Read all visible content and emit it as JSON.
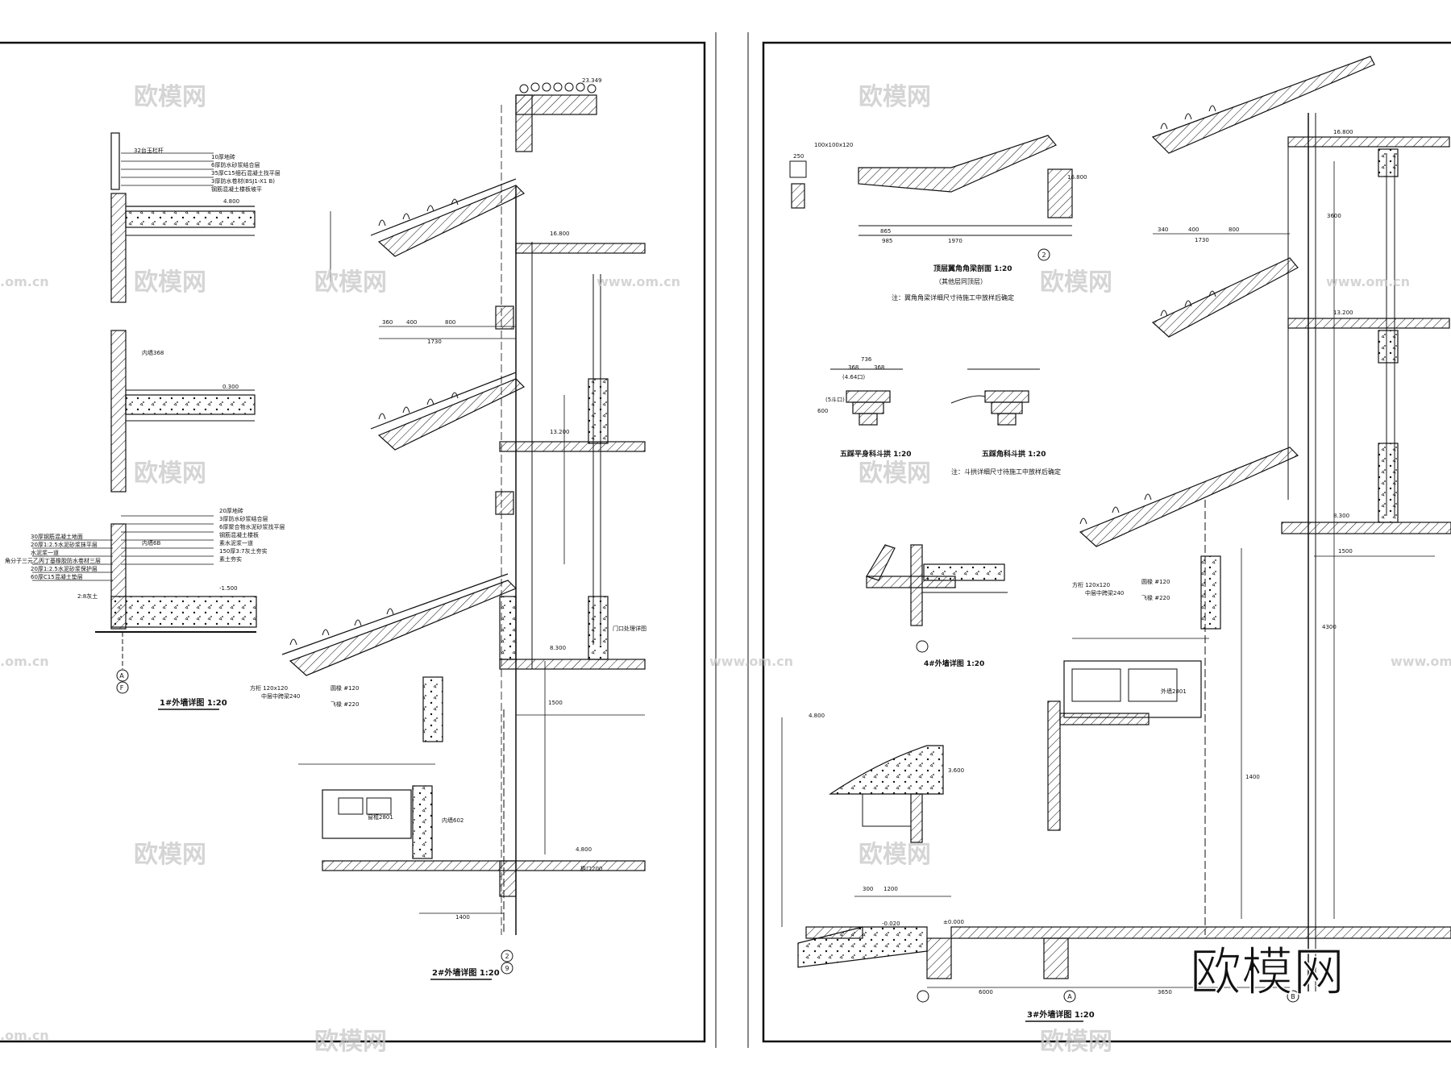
{
  "sheet_left": {
    "detail_1_title": "1#外墙详图 1:20",
    "detail_2_title": "2#外墙详图 1:20",
    "parapet_label": "32台玉栏杆",
    "roof_layers": [
      "10厚地砖",
      "6厚防水砂浆结合层",
      "35厚C15细石混凝土找平层",
      "3厚防水卷材(BSJ1-X1 B)",
      "钢筋混凝土楼板坡平"
    ],
    "wall_368": "内墙368",
    "wall_6b": "内墙6B",
    "floor_layers": [
      "20厚地砖",
      "3厚防水砂浆结合层",
      "6厚聚合物水泥砂浆找平层",
      "钢筋混凝土楼板",
      "素水泥浆一道",
      "150厚3:7灰土夯实",
      "素土夯实"
    ],
    "ground_left_notes": [
      "30厚钢筋混凝土地面",
      "20厚1:2.5水泥砂浆抹平层",
      "水泥浆一道",
      "角分子三元乙丙丁基橡胶防水卷材三层",
      "20厚1:2.5水泥砂浆保护层",
      "60厚C15混凝土垫层"
    ],
    "ground_soil": "2:8灰土",
    "elevations_left": [
      "4.800",
      "0.300",
      "-1.500"
    ],
    "dims_eave": [
      "360",
      "400",
      "800",
      "1730",
      "1500",
      "1400"
    ],
    "elevation_marks": [
      "16.800",
      "13.200",
      "8.300",
      "4.800",
      "23.349"
    ],
    "member_labels": [
      "方桁 120x120",
      "中层中跨梁240",
      "圆椽 #120",
      "飞椽 #220",
      "檐口200"
    ],
    "door_label": "门口处理详图",
    "window_label": "窗框2801",
    "inner_wall": "内墙602",
    "grid_axes": [
      "A",
      "F",
      "2",
      "9"
    ]
  },
  "sheet_right": {
    "roof_section_title": "顶层翼角角梁剖面 1:20",
    "roof_section_sub": "（其他层同顶层）",
    "roof_section_note": "注：翼角角梁详细尺寸待施工中放样后确定",
    "bracket_a_title": "五踩平身科斗拱 1:20",
    "bracket_b_title": "五踩角科斗拱 1:20",
    "bracket_note": "注：斗拱详细尺寸待施工中放样后确定",
    "bracket_dims": [
      "736",
      "368",
      "368",
      "(4.64口)",
      "600",
      "(5斗口)"
    ],
    "wall4_title": "4#外墙详图 1:20",
    "wall3_title": "3#外墙详图 1:20",
    "roof_dims": [
      "100x100x120",
      "250",
      "865",
      "1970",
      "985",
      "16.800"
    ],
    "elevation_marks": [
      "16.800",
      "13.200",
      "8.300",
      "4.800",
      "3.600",
      "-0.020",
      "±0.000"
    ],
    "dims_right": [
      "340",
      "400",
      "800",
      "1730",
      "1500",
      "1400",
      "3600",
      "4300",
      "1200",
      "300",
      "6000",
      "3650"
    ],
    "member_labels": [
      "方桁 120x120",
      "中层中跨梁240",
      "圆椽 #120",
      "飞椽 #220"
    ],
    "railing_label": "外墙2801",
    "grid_axes": [
      "A",
      "B",
      "2"
    ]
  },
  "watermark": {
    "text": "欧模网",
    "site": "www.om.cn",
    "site_short": ".om.cn",
    "corner": "欧模网"
  },
  "colors": {
    "line": "#111111",
    "watermark": "#c8c8c8",
    "paper": "#ffffff"
  }
}
